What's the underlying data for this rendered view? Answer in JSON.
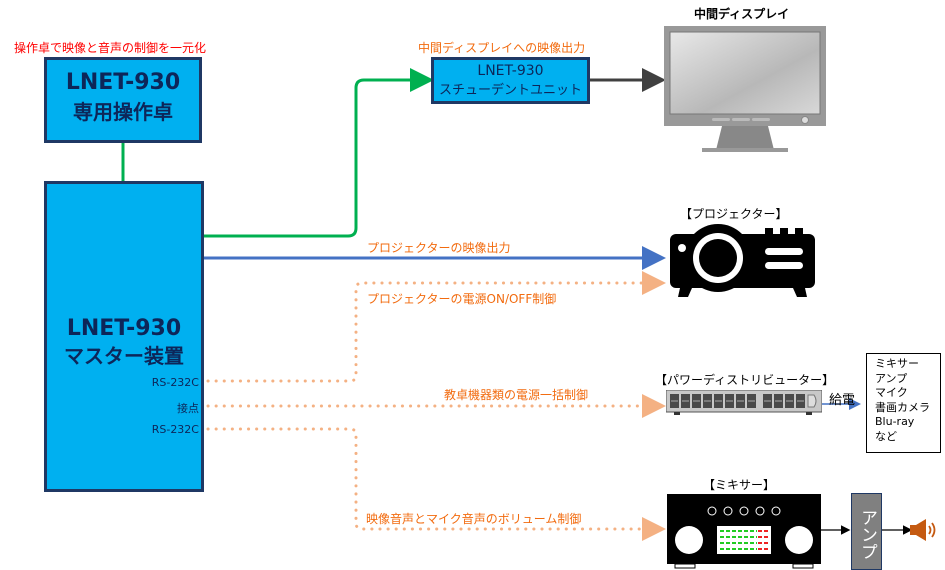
{
  "colors": {
    "box_fill": "#00b0f0",
    "box_border": "#1f3864",
    "green_line": "#00b050",
    "blue_line": "#4472c4",
    "dotted_line": "#f4b183",
    "label_orange": "#f26b0f",
    "label_red": "#ff0000",
    "speaker": "#c55a11",
    "amp_fill": "#808080"
  },
  "console": {
    "caption": "操作卓で映像と音声の制御を一元化",
    "line1": "LNET-930",
    "line2": "専用操作卓"
  },
  "master": {
    "line1": "LNET-930",
    "line2": "マスター装置",
    "ports": [
      "RS-232C",
      "接点",
      "RS-232C"
    ]
  },
  "student_unit": {
    "caption": "中間ディスプレイへの映像出力",
    "line1": "LNET-930",
    "line2": "スチューデントユニット"
  },
  "display": {
    "title": "中間ディスプレイ",
    "icon": "monitor-icon"
  },
  "projector": {
    "title": "【プロジェクター】",
    "icon": "projector-icon",
    "video_label": "プロジェクターの映像出力",
    "power_label": "プロジェクターの電源ON/OFF制御"
  },
  "power_distributor": {
    "title": "【パワーディストリビューター】",
    "icon": "power-strip-icon",
    "control_label": "教卓機器類の電源一括制御",
    "supply_label": "給電",
    "devices": [
      "ミキサー",
      "アンプ",
      "マイク",
      "書画カメラ",
      "Blu-ray",
      "など"
    ]
  },
  "mixer": {
    "title": "【ミキサー】",
    "icon": "mixer-icon",
    "control_label": "映像音声とマイク音声のボリューム制御"
  },
  "amp": {
    "label": "アンプ"
  },
  "speaker": {
    "icon": "speaker-icon"
  }
}
